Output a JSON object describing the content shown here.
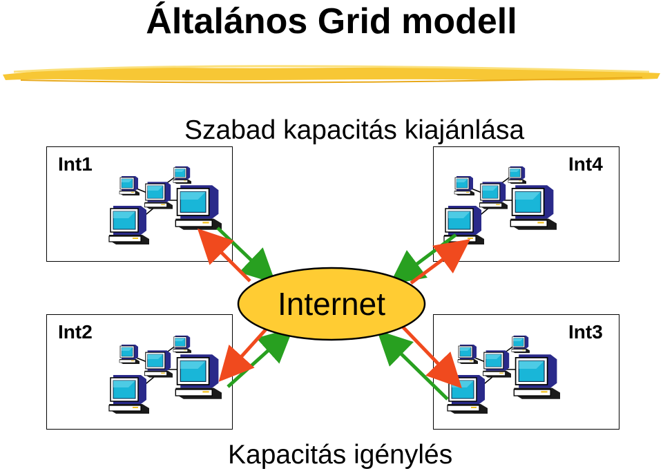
{
  "title": "Általános Grid modell",
  "top_label": "Szabad kapacitás kiajánlása",
  "bottom_label": "Kapacitás igénylés",
  "center_label": "Internet",
  "networks": [
    {
      "name": "Int1"
    },
    {
      "name": "Int2"
    },
    {
      "name": "Int3"
    },
    {
      "name": "Int4"
    }
  ],
  "colors": {
    "highlight": "#f7c42a",
    "ellipse_fill": "#ffcc33",
    "green_arrow": "#28a020",
    "red_arrow": "#f04a1e",
    "monitor_screen": "#19b6d8",
    "monitor_body": "#2a2a8a"
  },
  "icons": [
    "computer-icon"
  ]
}
